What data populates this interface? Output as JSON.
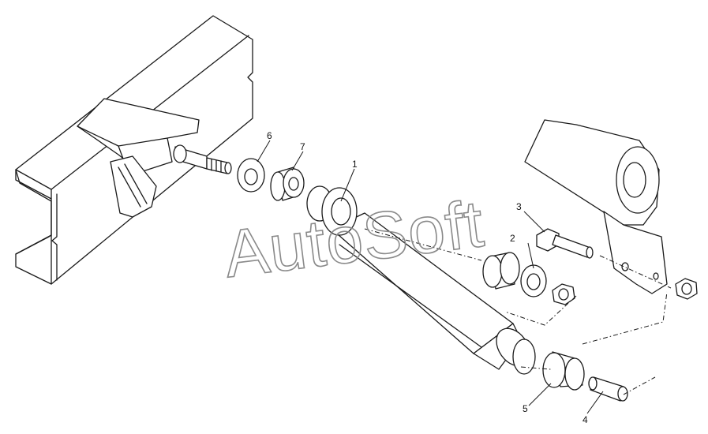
{
  "watermark": {
    "text": "AutoSoft",
    "color": "#8a8a8a"
  },
  "callouts": [
    {
      "id": "1",
      "label": "1"
    },
    {
      "id": "2",
      "label": "2"
    },
    {
      "id": "3",
      "label": "3"
    },
    {
      "id": "4",
      "label": "4"
    },
    {
      "id": "5",
      "label": "5"
    },
    {
      "id": "6",
      "label": "6"
    },
    {
      "id": "7",
      "label": "7"
    }
  ],
  "colors": {
    "line": "#1a1a1a",
    "background": "#ffffff"
  }
}
